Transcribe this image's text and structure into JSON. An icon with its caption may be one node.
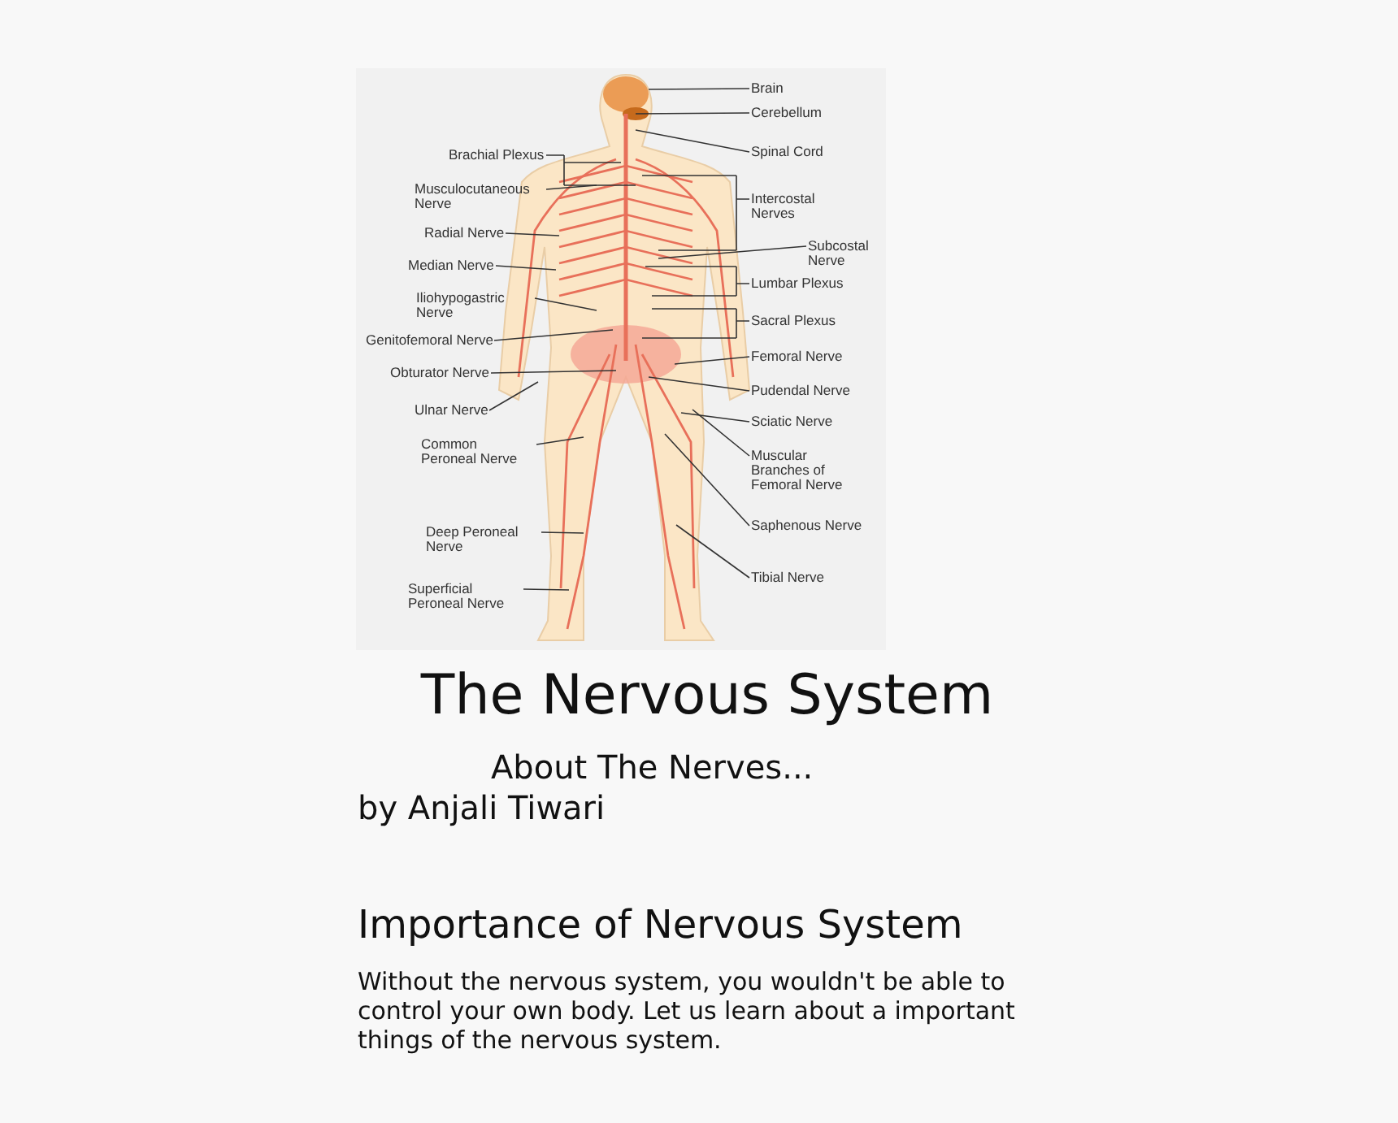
{
  "diagram": {
    "title": "The Nervous System",
    "nodes": [
      {
        "text": [
          "Brain"
        ]
      },
      {
        "text": [
          "Cerebellum"
        ]
      },
      {
        "text": [
          "Brachial Plexus"
        ]
      },
      {
        "text": [
          "Spinal Cord"
        ]
      },
      {
        "text": [
          "Musculocutaneous Nerve"
        ]
      },
      {
        "text": [
          "Intercostal Nerves"
        ]
      },
      {
        "text": [
          "Radial Nerve"
        ]
      },
      {
        "text": [
          "Subcostal Nerve"
        ]
      },
      {
        "text": [
          "Median Nerve"
        ]
      },
      {
        "text": [
          "Lumbar Plexus"
        ]
      },
      {
        "text": [
          "Iliohypogastric Nerve"
        ]
      },
      {
        "text": [
          "Sacral Plexus"
        ]
      },
      {
        "text": [
          "Genitofemoral Nerve"
        ]
      },
      {
        "text": [
          "Femoral Nerve"
        ]
      },
      {
        "text": [
          "Obturator Nerve"
        ]
      },
      {
        "text": [
          "Pudendal Nerve"
        ]
      },
      {
        "text": [
          "Ulnar Nerve"
        ]
      },
      {
        "text": [
          "Sciatic Nerve"
        ]
      },
      {
        "text": [
          "Common Peroneal Nerve"
        ]
      },
      {
        "text": [
          "Muscular Branches of Femoral Nerve"
        ]
      },
      {
        "text": [
          "Deep Peroneal Nerve"
        ]
      },
      {
        "text": [
          "Saphenous Nerve"
        ]
      },
      {
        "text": [
          "Superficial Peroneal Nerve"
        ]
      },
      {
        "text": [
          "Tibial Nerve"
        ]
      }
    ],
    "edges": [
      {
        "from": 0,
        "to": null,
        "arrow": "none"
      },
      {
        "from": 1,
        "to": null,
        "arrow": "none"
      },
      {
        "from": 2,
        "to": null,
        "arrow": "none"
      },
      {
        "from": 3,
        "to": null,
        "arrow": "none"
      },
      {
        "from": 4,
        "to": null,
        "arrow": "none"
      },
      {
        "from": 5,
        "to": null,
        "arrow": "none"
      },
      {
        "from": 6,
        "to": null,
        "arrow": "none"
      },
      {
        "from": 7,
        "to": null,
        "arrow": "none"
      },
      {
        "from": 8,
        "to": null,
        "arrow": "none"
      },
      {
        "from": 9,
        "to": null,
        "arrow": "none"
      },
      {
        "from": 10,
        "to": null,
        "arrow": "none"
      },
      {
        "from": 11,
        "to": null,
        "arrow": "none"
      },
      {
        "from": 12,
        "to": null,
        "arrow": "none"
      },
      {
        "from": 13,
        "to": null,
        "arrow": "none"
      },
      {
        "from": 14,
        "to": null,
        "arrow": "none"
      },
      {
        "from": 15,
        "to": null,
        "arrow": "none"
      },
      {
        "from": 16,
        "to": null,
        "arrow": "none"
      },
      {
        "from": 17,
        "to": null,
        "arrow": "none"
      },
      {
        "from": 18,
        "to": null,
        "arrow": "none"
      },
      {
        "from": 19,
        "to": null,
        "arrow": "none"
      },
      {
        "from": 20,
        "to": null,
        "arrow": "none"
      },
      {
        "from": 21,
        "to": null,
        "arrow": "none"
      },
      {
        "from": 22,
        "to": null,
        "arrow": "none"
      },
      {
        "from": 23,
        "to": null,
        "arrow": "none"
      }
    ],
    "labels": [
      "About The Nerves...",
      "by Anjali Tiwari",
      "Importance of Nervous System",
      "Without the nervous system, you wouldn't be able to control your own body. Let us learn about a important things of the nervous system."
    ]
  }
}
